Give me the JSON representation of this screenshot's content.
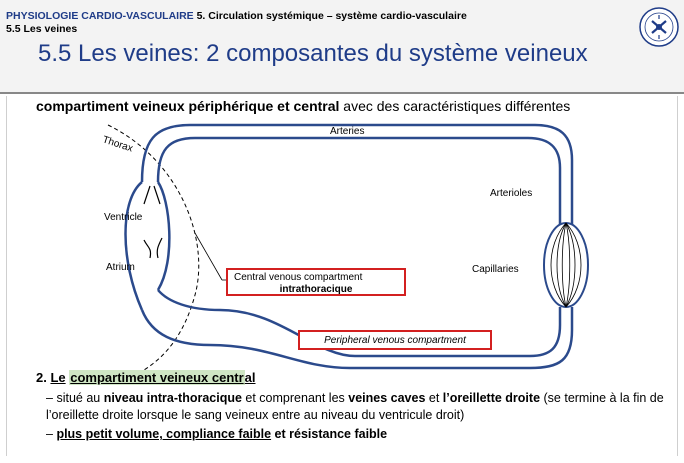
{
  "header": {
    "course": "PHYSIOLOGIE CARDIO-VASCULAIRE",
    "chapter": "5. Circulation systémique – système cardio-vasculaire",
    "section": "5.5 Les veines",
    "title": "5.5 Les veines: 2 composantes du système veineux",
    "logo_icon": "university-seal-icon"
  },
  "subtitle": {
    "bold": "compartiment veineux périphérique et central",
    "rest": " avec des caractéristiques différentes"
  },
  "diagram": {
    "labels": {
      "thorax": "Thorax",
      "arteries": "Arteries",
      "arterioles": "Arterioles",
      "ventricle": "Ventricle",
      "atrium": "Atrium",
      "capillaries": "Capillaries"
    },
    "central_box": {
      "line1": "Central venous compartment",
      "line2": "intrathoracique"
    },
    "peripheral_box": "Peripheral venous compartment",
    "colors": {
      "vessel": "#2b4a8c",
      "box_border": "#d32020"
    }
  },
  "content": {
    "point2": {
      "number": "2.",
      "le": "Le",
      "highlighted": "compartiment veineux centr",
      "tail": "al",
      "highlight_color": "#cfe6c4"
    },
    "bullet1": {
      "dash": "–",
      "pre": "situé au ",
      "bold1": "niveau intra-thoracique",
      "mid": " et comprenant les ",
      "bold2": "veines caves",
      "mid2": " et ",
      "bold3": "l’oreillette droite",
      "post": " (se termine à la fin de l’oreillette droite lorsque le sang veineux entre au niveau du ventricule droit)"
    },
    "bullet2": {
      "dash": "–",
      "ul": "plus petit volume, compliance faible",
      "rest": " et résistance faible"
    }
  }
}
